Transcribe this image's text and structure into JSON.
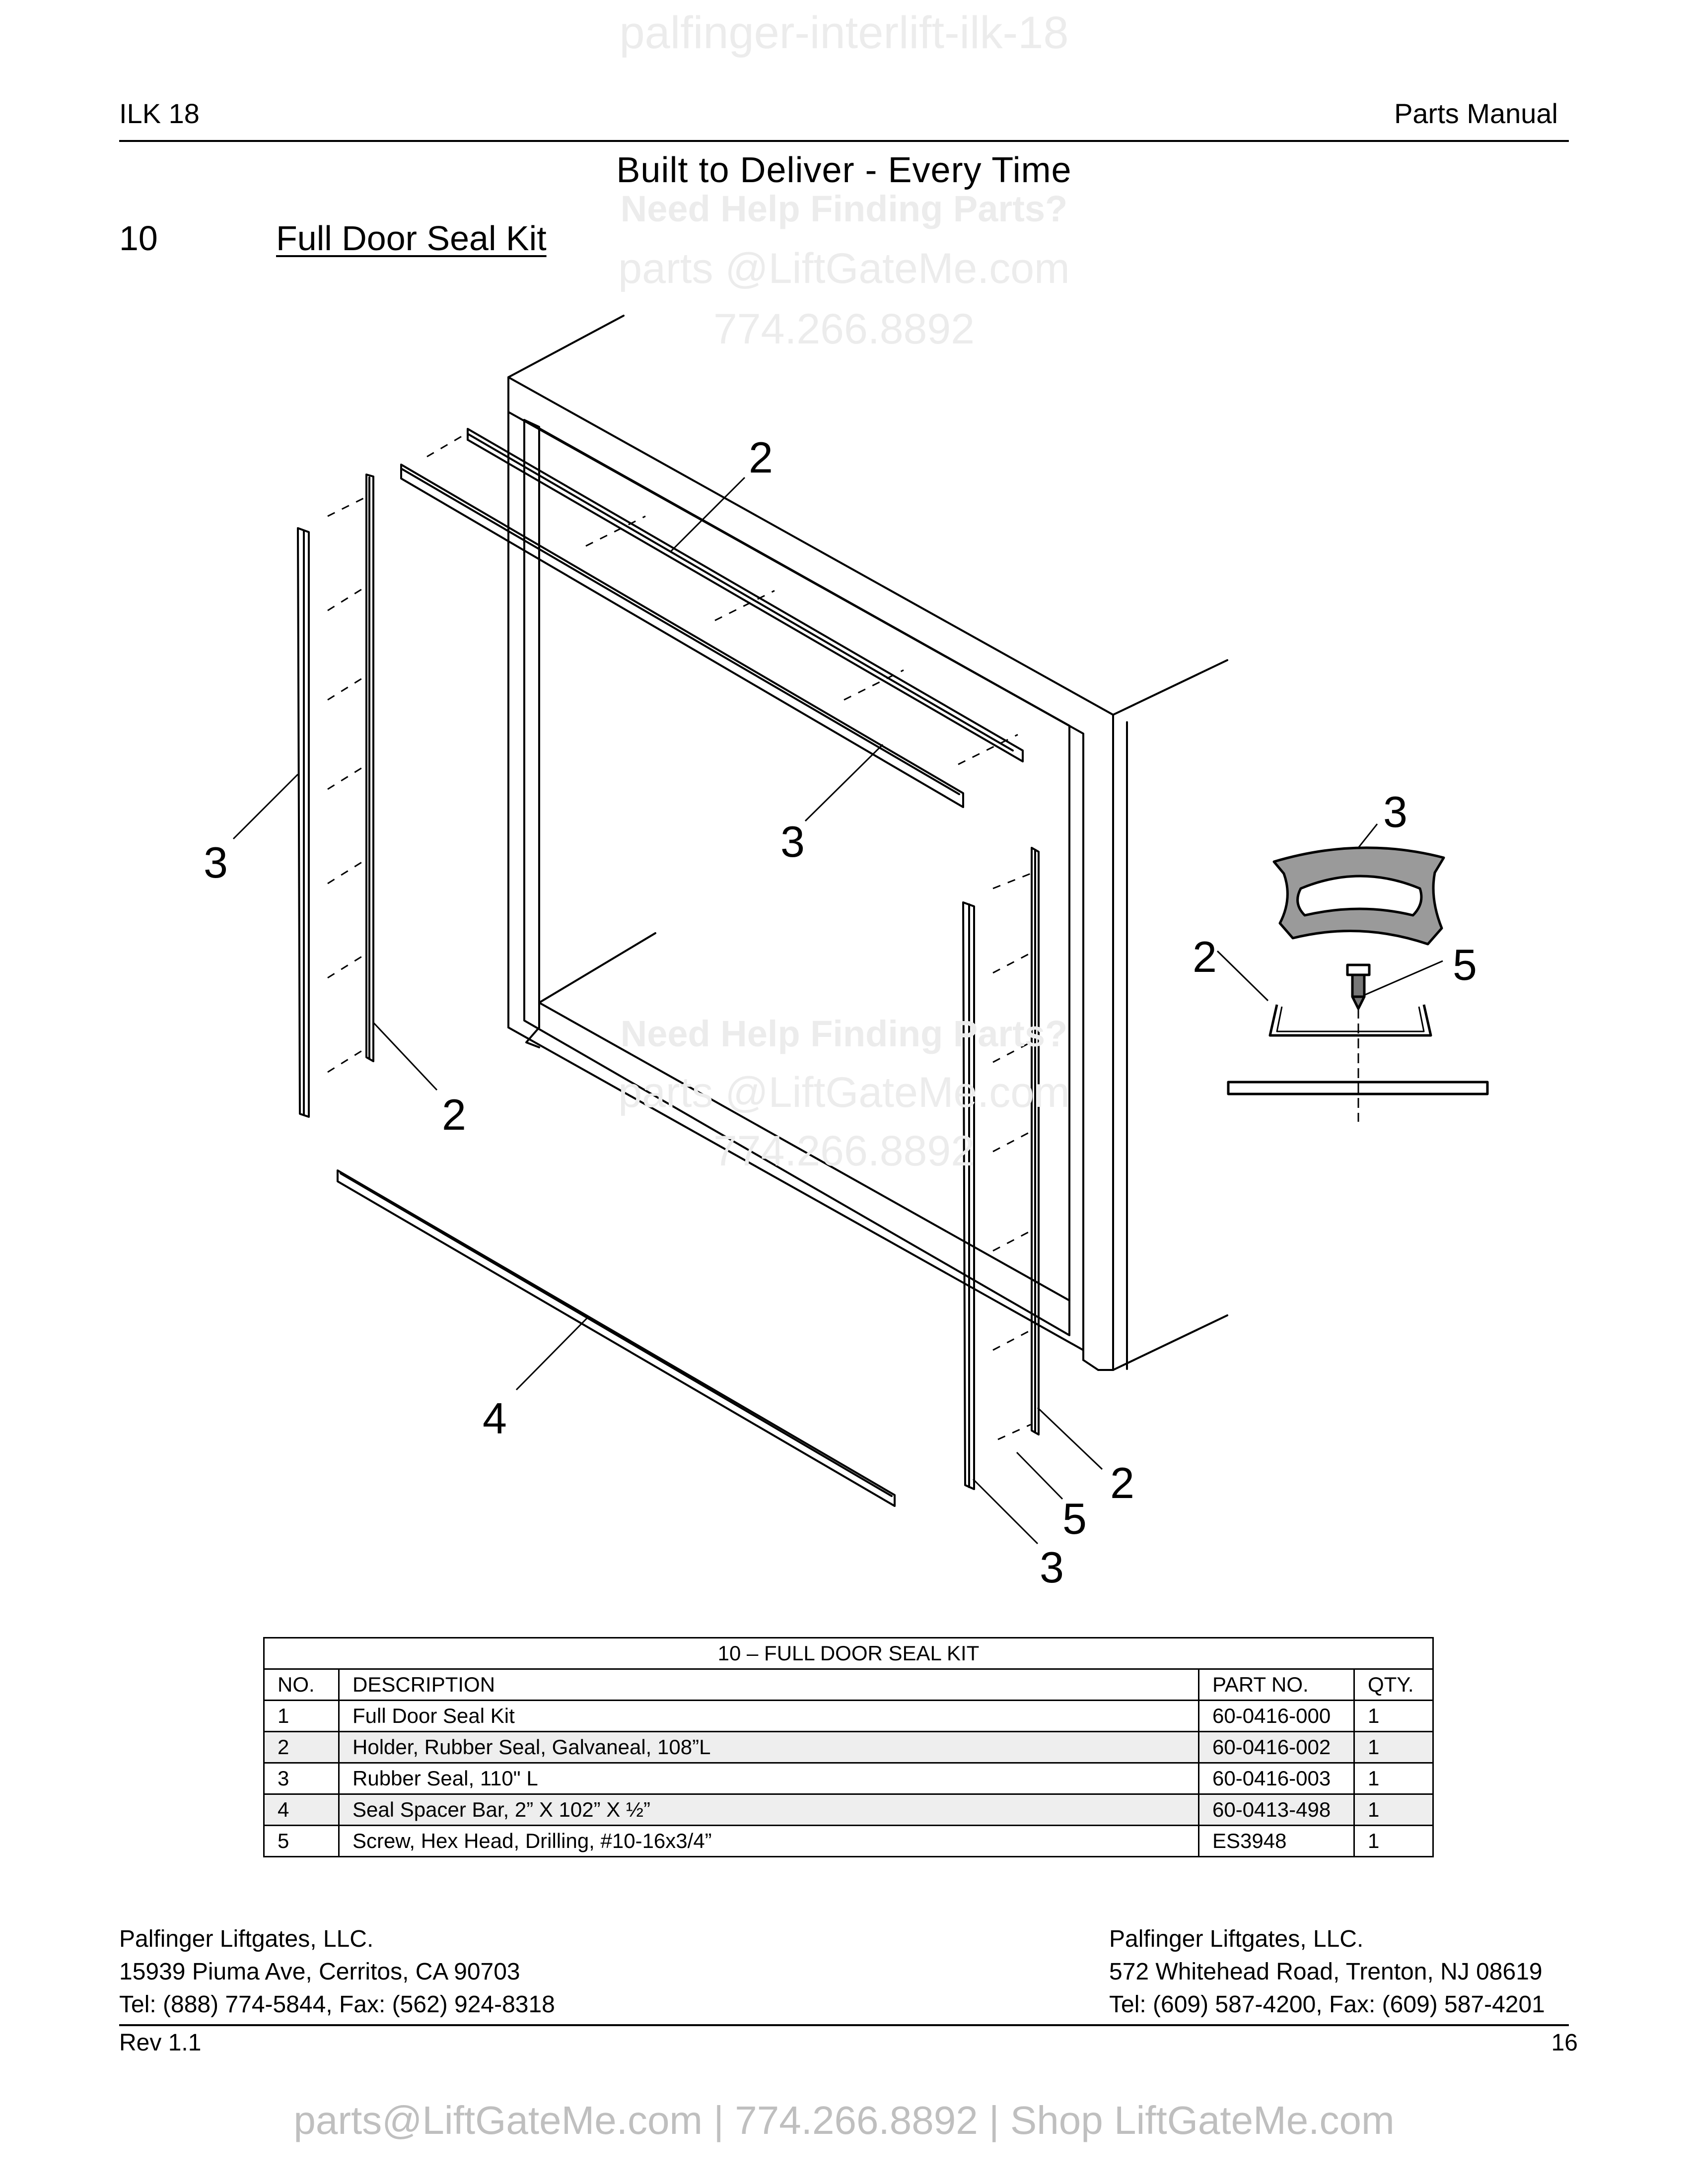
{
  "watermark_top": "palfinger-interlift-ilk-18",
  "header": {
    "model": "ILK 18",
    "manual": "Parts Manual"
  },
  "tagline": "Built to Deliver - Every Time",
  "section": {
    "number": "10",
    "title": "Full Door Seal Kit"
  },
  "watermark": {
    "help": "Need Help Finding Parts?",
    "email": "parts @LiftGateMe.com",
    "phone": "774.266.8892"
  },
  "callouts": [
    "2",
    "3",
    "3",
    "2",
    "4",
    "2",
    "5",
    "3",
    "3",
    "2",
    "5"
  ],
  "table": {
    "caption": "10 – FULL DOOR SEAL KIT",
    "columns": [
      "NO.",
      "DESCRIPTION",
      "PART NO.",
      "QTY."
    ],
    "rows": [
      [
        "1",
        "Full Door Seal Kit",
        "60-0416-000",
        "1"
      ],
      [
        "2",
        "Holder, Rubber Seal, Galvaneal, 108”L",
        "60-0416-002",
        "1"
      ],
      [
        "3",
        "Rubber Seal, 110\" L",
        "60-0416-003",
        "1"
      ],
      [
        "4",
        "Seal Spacer Bar, 2” X 102” X ½”",
        "60-0413-498",
        "1"
      ],
      [
        "5",
        "Screw, Hex Head, Drilling, #10-16x3/4”",
        "ES3948",
        "1"
      ]
    ]
  },
  "footer": {
    "left": [
      "Palfinger Liftgates, LLC.",
      "15939 Piuma Ave, Cerritos, CA 90703",
      "Tel: (888) 774-5844, Fax: (562) 924-8318"
    ],
    "right": [
      "Palfinger Liftgates, LLC.",
      "572 Whitehead Road, Trenton, NJ 08619",
      "Tel: (609) 587-4200, Fax: (609) 587-4201"
    ],
    "rev": "Rev 1.1",
    "page": "16"
  },
  "contact_line": "parts@LiftGateMe.com | 774.266.8892 | Shop LiftGateMe.com"
}
